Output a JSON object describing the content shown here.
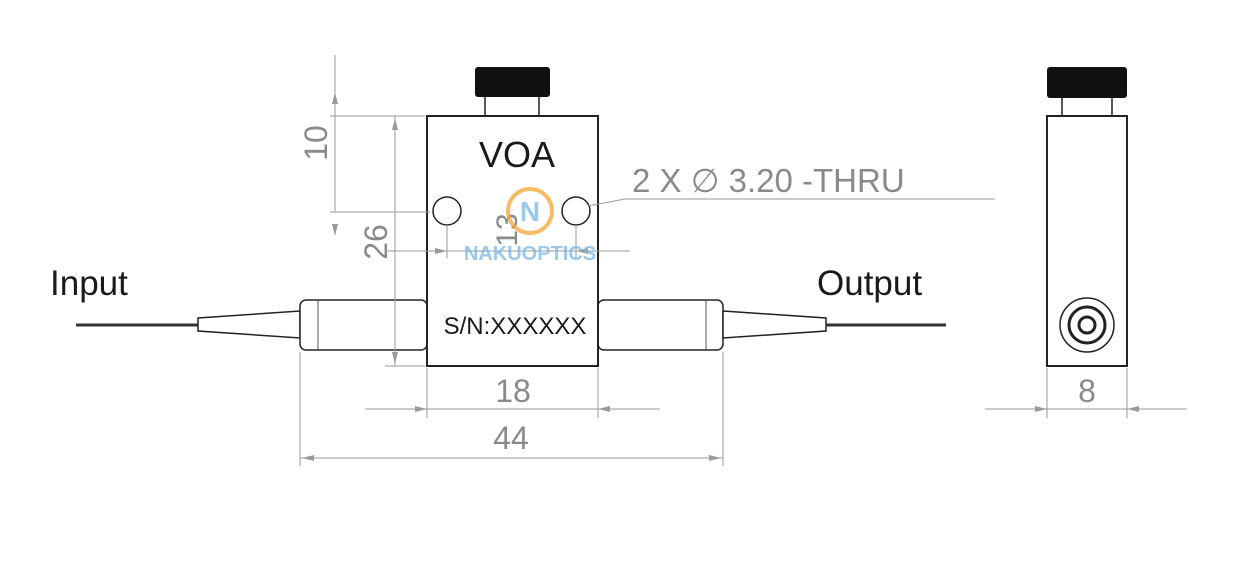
{
  "component": {
    "name": "VOA",
    "serial": "S/N:XXXXXX",
    "hole_note": "2 X ∅ 3.20 -THRU"
  },
  "ports": {
    "input": "Input",
    "output": "Output"
  },
  "dimensions": {
    "height_top": "10",
    "height_body": "26",
    "hole_spacing": "13",
    "body_width": "18",
    "total_length": "44",
    "side_width": "8"
  },
  "watermark": {
    "text": "NAKUOPTICS",
    "logo_letter": "N"
  },
  "colors": {
    "outline": "#1a1a1a",
    "dimension": "#8a8a8a",
    "watermark_blue": "#7ab8e6",
    "watermark_orange": "#f3a533"
  }
}
